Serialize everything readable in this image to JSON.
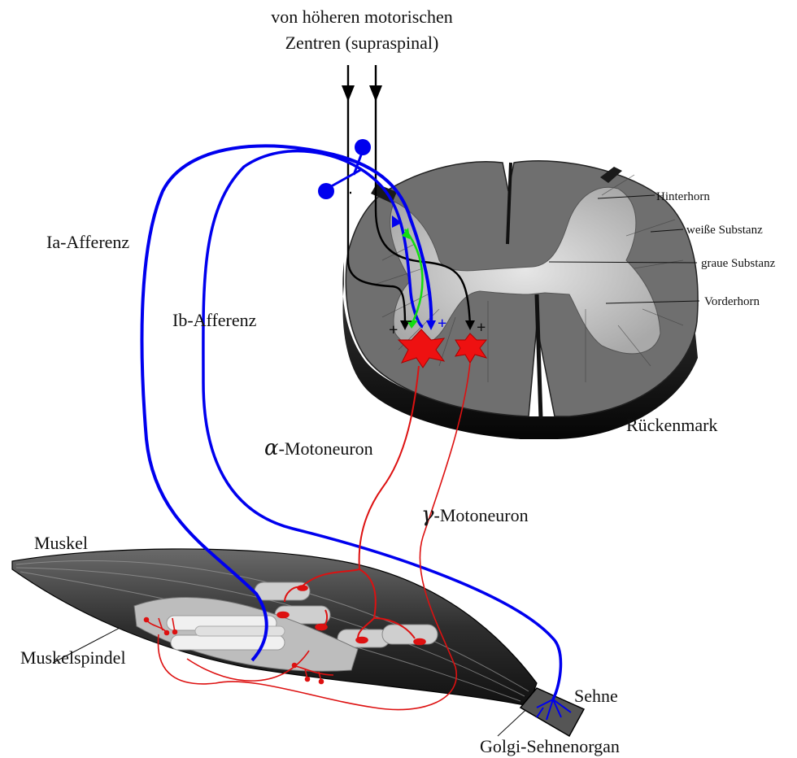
{
  "title": {
    "line1": "von höheren motorischen",
    "line2": "Zentren (supraspinal)"
  },
  "labels": {
    "hinterhorn": "Hinterhorn",
    "weisse_substanz": "weiße Substanz",
    "graue_substanz": "graue Substanz",
    "vorderhorn": "Vorderhorn",
    "rueckenmark": "Rückenmark",
    "ia_afferenz": "Ia-Afferenz",
    "ib_afferenz": "Ib-Afferenz",
    "alpha_symbol": "α",
    "alpha_text": "-Motoneuron",
    "gamma_symbol": "γ",
    "gamma_text": "-Motoneuron",
    "muskel": "Muskel",
    "muskelspindel": "Muskelspindel",
    "sehne": "Sehne",
    "golgi": "Golgi-Sehnenorgan",
    "plus": "+",
    "minus": "-"
  },
  "colors": {
    "afferent": "#0000ee",
    "efferent": "#dd1111",
    "interneuron": "#11dd11",
    "descending": "#000000",
    "muscle": "#3a3a3a",
    "grey_matter": "#c8c8c8",
    "white_matter": "#777777"
  }
}
